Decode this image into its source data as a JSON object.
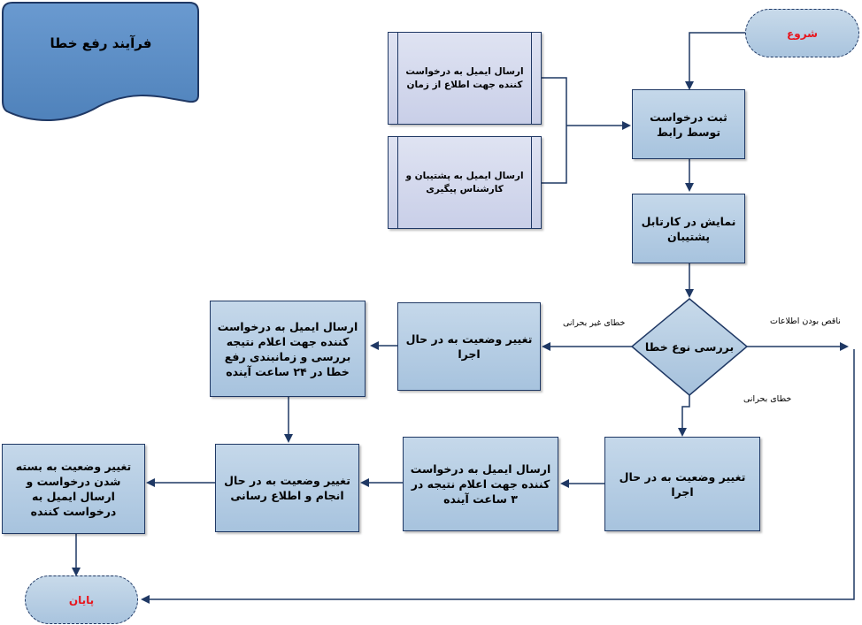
{
  "title": "فرآیند رفع خطا",
  "colors": {
    "stroke": "#1f3864",
    "process_fill": "#b3cce4",
    "subprocess_fill": "#d3d8ee",
    "title_fill": "#5b8ec4",
    "terminal_text": "#e8141c"
  },
  "nodes": {
    "start": "شروع",
    "end": "پایان",
    "register_request": "ثبت درخواست توسط رابط",
    "show_in_cartable": "نمایش در کارتابل پشتیبان",
    "check_error_type": "بررسی نوع خطا",
    "email_requester_time": "ارسال ایمیل به درخواست کننده جهت اطلاع از زمان",
    "email_support_followup": "ارسال ایمیل به پشتیبان و کارشناس پیگیری",
    "noncritical_set_running": "تغییر وضعیت به در حال اجرا",
    "noncritical_email_24h": "ارسال ایمیل به درخواست کننده جهت اعلام نتیجه بررسی و زمانبندی رفع خطا در ۲۴ ساعت آینده",
    "critical_set_running": "تغییر وضعیت به در حال اجرا",
    "critical_email_3h": "ارسال ایمیل به درخواست کننده جهت اعلام نتیجه در ۳ ساعت آینده",
    "set_done_notify": "تغییر وضعیت به در حال انجام و اطلاع رسانی",
    "close_and_email": "تغییر وضعیت به بسته شدن درخواست  و ارسال ایمیل به درخواست کننده"
  },
  "edge_labels": {
    "noncritical": "خطای غیر بحرانی",
    "critical": "خطای بحرانی",
    "incomplete_info": "ناقص بودن اطلاعات"
  }
}
